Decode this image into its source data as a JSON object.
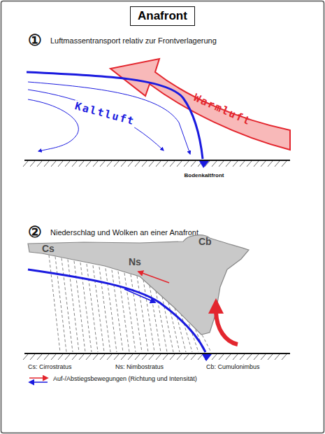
{
  "diagram": {
    "title": "Anafront",
    "nodes": [
      {
        "text": [
          "Cs",
          "Cb",
          "Ns"
        ]
      }
    ],
    "labels": [
      "①",
      "Luftmassentransport relativ zur Frontverlagerung",
      "Warmluft",
      "Kaltluft",
      "Bodenkaltfront",
      "②",
      "Niederschlag und Wolken an einer Anafront"
    ],
    "legend": [
      {
        "text": "Cs: Cirrostratus"
      },
      {
        "text": "Ns: Nimbostratus"
      },
      {
        "text": "Cb: Cumulonimbus"
      },
      {
        "text": "Auf-/Abstiegsbewegungen (Richtung und Intensität)"
      }
    ]
  }
}
